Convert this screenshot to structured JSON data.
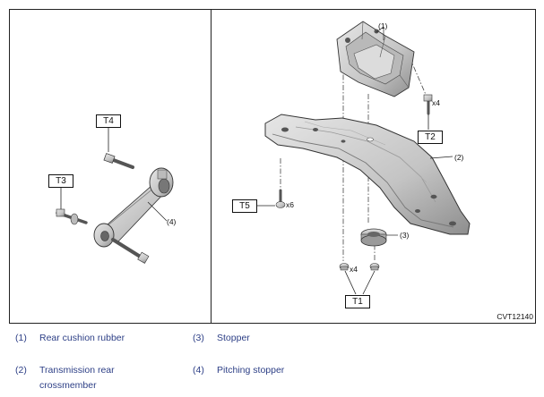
{
  "diagram": {
    "figure_code": "CVT12140",
    "tags": {
      "t1": "T1",
      "t2": "T2",
      "t3": "T3",
      "t4": "T4",
      "t5": "T5"
    },
    "callouts": {
      "c1": "(1)",
      "c2": "(2)",
      "c3": "(3)",
      "c4": "(4)",
      "x4_t2": "x4",
      "x6_t5": "x6",
      "x4_t1": "x4"
    }
  },
  "legend": [
    {
      "num": "(1)",
      "label": "Rear cushion rubber"
    },
    {
      "num": "(2)",
      "label": "Transmission rear crossmember"
    },
    {
      "num": "(3)",
      "label": "Stopper"
    },
    {
      "num": "(4)",
      "label": "Pitching stopper"
    }
  ],
  "colors": {
    "legend_text": "#2d3f86",
    "part_fill": "#cfcfcf",
    "part_shadow": "#9a9a9a",
    "line": "#222222"
  }
}
